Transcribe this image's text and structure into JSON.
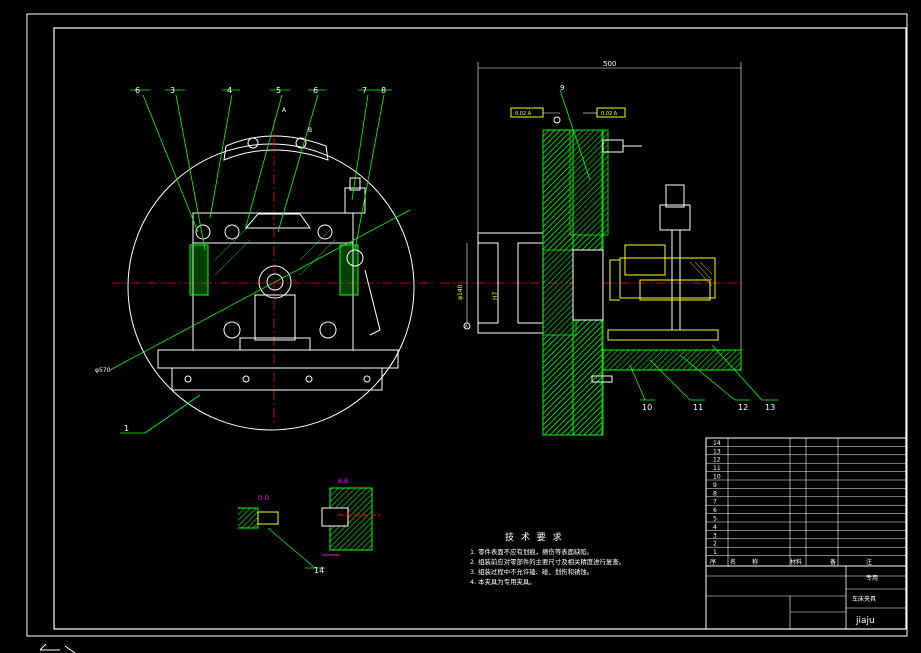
{
  "colors": {
    "background": "#000000",
    "outline": "#ffffff",
    "leader": "#00ff00",
    "center": "#ff0000",
    "hatch": "#00ff00",
    "dimension": "#ff00ff",
    "part": "#ffff00",
    "cyan": "#00ffff"
  },
  "front_view": {
    "callouts": [
      "6",
      "3",
      "4",
      "5",
      "6",
      "7",
      "8",
      "1"
    ],
    "section_mark_a": "A",
    "section_mark_b": "B",
    "diameter_label": "φ570"
  },
  "side_view": {
    "top_dimension": "500",
    "callouts": [
      "9",
      "10",
      "11",
      "12",
      "13"
    ],
    "tolerance_left": "0.02 A",
    "tolerance_right": "0.02 A",
    "datum": "A",
    "bore_dim": "φ140",
    "bore_tol": "H7"
  },
  "details": {
    "dd_label": "D-D",
    "bb_label": "B-B",
    "callout": "14"
  },
  "tech_req": {
    "title": "技 术 要 求",
    "items": [
      "1. 零件表面不应有划痕，擦伤等表面缺陷。",
      "2. 组装前应对零部件的主要尺寸及相关精度进行复查。",
      "3. 组装过程中不允许磕、碰、划伤和锈蚀。",
      "4. 本夹具为专用夹具。"
    ]
  },
  "bom": {
    "rows": [
      "14",
      "13",
      "12",
      "11",
      "10",
      "9",
      "8",
      "7",
      "6",
      "5",
      "4",
      "3",
      "2",
      "1"
    ],
    "header": [
      "序",
      "名",
      "称",
      "材料",
      "备",
      "注"
    ]
  },
  "title_block": {
    "drawing_name": "车床夹具",
    "sheet_code": "jiaju",
    "org": "专用"
  }
}
